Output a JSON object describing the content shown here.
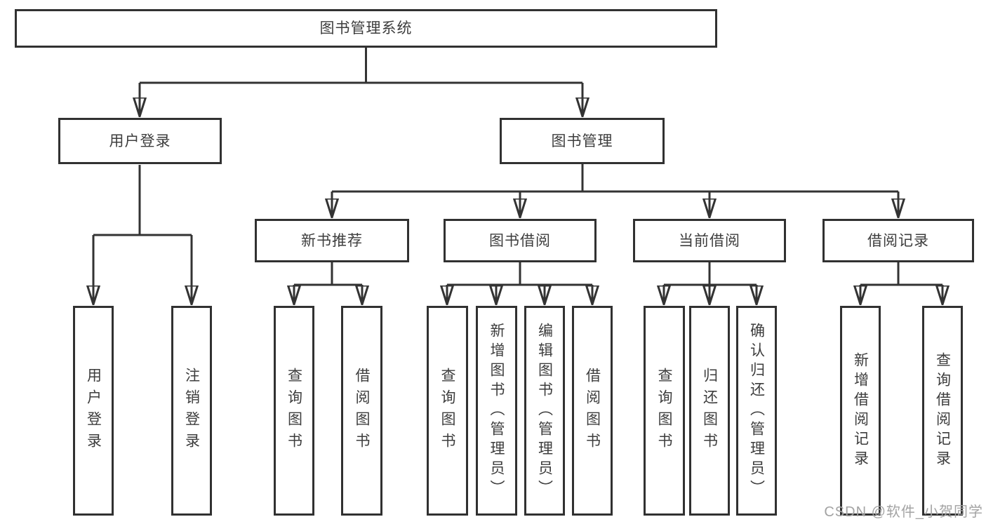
{
  "tree": {
    "root": {
      "label": "图书管理系统"
    },
    "branches": {
      "user_login": {
        "label": "用户登录",
        "leaves": {
          "login": "用户登录",
          "logout": "注销登录"
        }
      },
      "book_mgmt": {
        "label": "图书管理",
        "children": {
          "new_books": {
            "label": "新书推荐",
            "leaves": {
              "query": "查询图书",
              "borrow": "借阅图书"
            }
          },
          "book_borrow": {
            "label": "图书借阅",
            "leaves": {
              "query": "查询图书",
              "add": "新增图书（管理员）",
              "edit": "编辑图书（管理员）",
              "borrow": "借阅图书"
            }
          },
          "current_borrow": {
            "label": "当前借阅",
            "leaves": {
              "query": "查询图书",
              "return": "归还图书",
              "confirm_return": "确认归还（管理员）"
            }
          },
          "borrow_records": {
            "label": "借阅记录",
            "leaves": {
              "add": "新增借阅记录",
              "query": "查询借阅记录"
            }
          }
        }
      }
    }
  },
  "watermark": "CSDN @软件_小贺同学",
  "colors": {
    "line": "#333333",
    "box_border": "#313131",
    "text": "#3d3d3d",
    "watermark": "#a3a3a3",
    "background": "#ffffff"
  }
}
